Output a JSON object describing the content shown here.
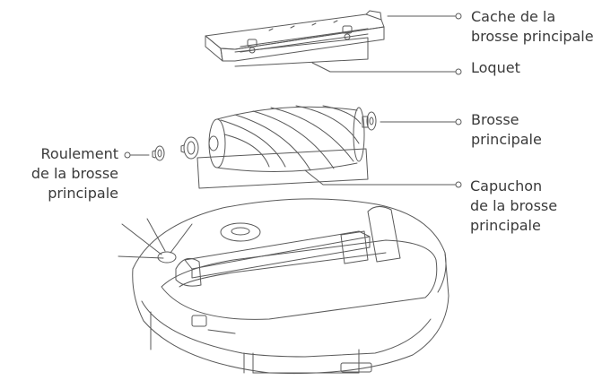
{
  "labels": {
    "cache": [
      "Cache de la",
      "brosse principale"
    ],
    "loquet": [
      "Loquet"
    ],
    "brosse": [
      "Brosse",
      "principale"
    ],
    "capuchon": [
      "Capuchon",
      "de la brosse",
      "principale"
    ],
    "roulement": [
      "Roulement",
      "de la brosse",
      "principale"
    ]
  },
  "colors": {
    "line": "#5a5a5a",
    "text": "#3a3a3a"
  }
}
